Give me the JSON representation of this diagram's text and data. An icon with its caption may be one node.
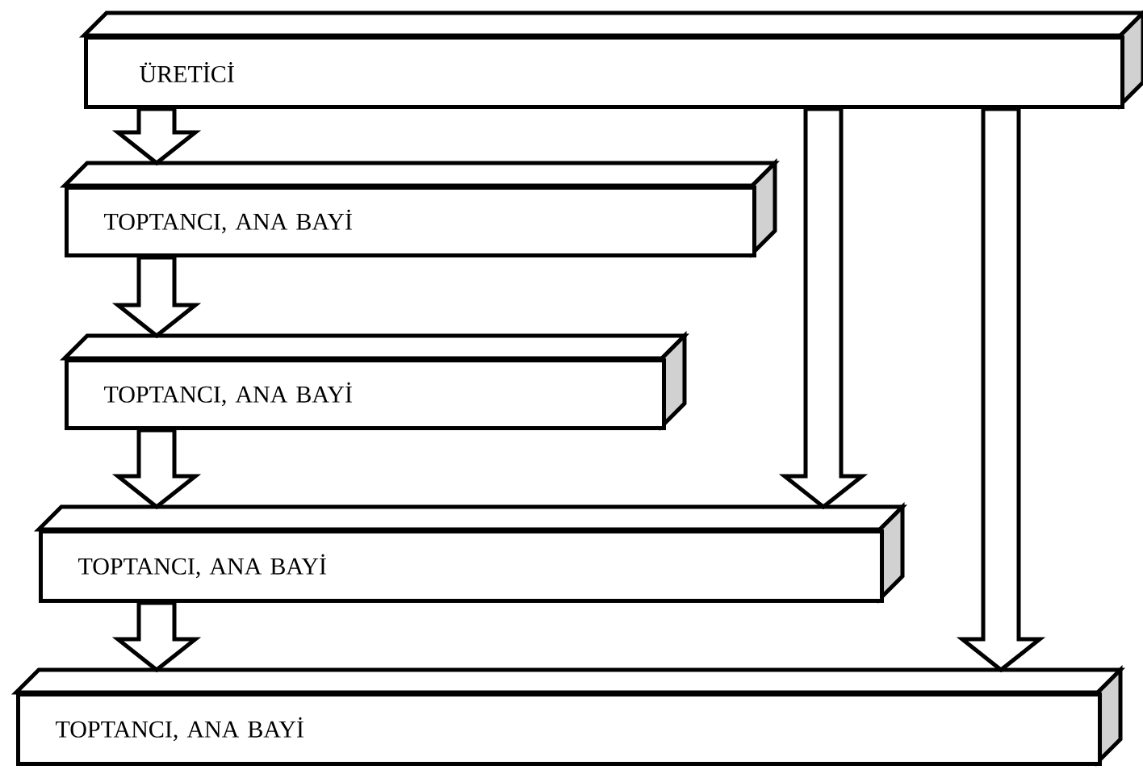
{
  "diagram": {
    "nodes": [
      {
        "text": [
          "ÜRETİCİ"
        ]
      },
      {
        "text": [
          "TOPTANCI, ANA BAYİ"
        ]
      },
      {
        "text": [
          "TOPTANCI, ANA BAYİ"
        ]
      },
      {
        "text": [
          "TOPTANCI, ANA BAYİ"
        ]
      },
      {
        "text": [
          "TOPTANCI, ANA BAYİ"
        ]
      }
    ],
    "edges": [
      {
        "from": 0,
        "to": 1,
        "arrow": "to"
      },
      {
        "from": 1,
        "to": 2,
        "arrow": "to"
      },
      {
        "from": 2,
        "to": 3,
        "arrow": "to"
      },
      {
        "from": 3,
        "to": 4,
        "arrow": "to"
      },
      {
        "from": 0,
        "to": 3,
        "arrow": "to"
      },
      {
        "from": 0,
        "to": 4,
        "arrow": "to"
      }
    ]
  }
}
